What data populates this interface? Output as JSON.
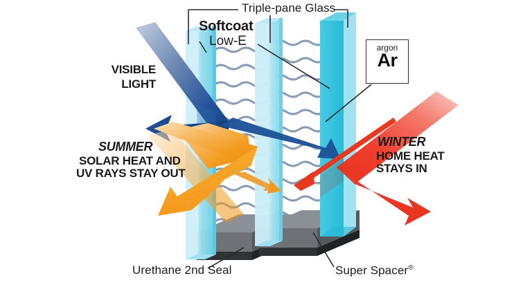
{
  "diagram": {
    "title": "Triple-pane insulated glass unit cross-section",
    "background_color": "#ffffff"
  },
  "labels": {
    "triple_pane_glass": "Triple-pane Glass",
    "softcoat": "Softcoat",
    "low_e": "Low-E",
    "visible_light_line1": "VISIBLE",
    "visible_light_line2": "LIGHT",
    "summer_heading": "SUMMER",
    "summer_line1": "SOLAR HEAT AND",
    "summer_line2": "UV RAYS STAY OUT",
    "winter_heading": "WINTER",
    "winter_line1": "HOME HEAT",
    "winter_line2": "STAYS IN",
    "urethane_seal": "Urethane 2nd Seal",
    "super_spacer": "Super Spacer",
    "super_spacer_mark": "®",
    "argon_name": "argon",
    "argon_symbol": "Ar"
  },
  "colors": {
    "glass_face": "#7fd4e8",
    "glass_face_mid": "#3dc6e0",
    "glass_face_dark": "#26bcd8",
    "glass_edge_light": "#c9eef7",
    "glass_top": "#a8e2f1",
    "gas_squiggle": "#8193ae",
    "visible_light_dark": "#1c4f97",
    "visible_light_light": "#b9c8dd",
    "summer_orange": "#f59a1f",
    "summer_orange_light": "#fbdcb0",
    "winter_red": "#ef3b2b",
    "winter_red_light": "#f7c3bd",
    "spacer_gray": "#6e7276",
    "spacer_gray_dark": "#54585c",
    "urethane_dark": "#2f3336",
    "leader_line": "#2b2b2b",
    "text": "#1a1a1a"
  },
  "elements": {
    "panes": [
      {
        "name": "outer-pane",
        "role": "exterior glass lite"
      },
      {
        "name": "middle-pane",
        "role": "center glass lite"
      },
      {
        "name": "inner-pane",
        "role": "interior glass lite"
      }
    ],
    "gas_cavities": [
      {
        "name": "cavity-1",
        "fill": "argon"
      },
      {
        "name": "cavity-2",
        "fill": "argon"
      }
    ],
    "spacers": [
      {
        "name": "spacer-left"
      },
      {
        "name": "spacer-right"
      }
    ],
    "rays": [
      {
        "name": "visible-light-ray",
        "color": "#1c4f97",
        "behavior": "transmits and reflects"
      },
      {
        "name": "summer-solar-ray",
        "color": "#f59a1f",
        "behavior": "reflected outward"
      },
      {
        "name": "winter-heat-ray",
        "color": "#ef3b2b",
        "behavior": "reflected back inward"
      }
    ]
  }
}
